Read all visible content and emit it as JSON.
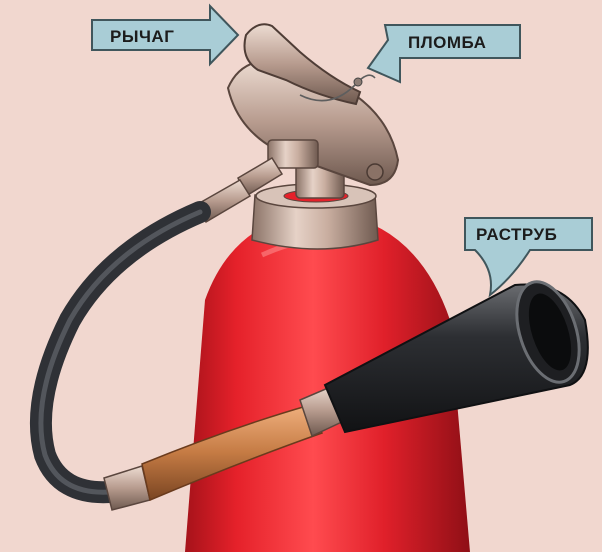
{
  "labels": {
    "lever": "РЫЧАГ",
    "seal": "ПЛОМБА",
    "horn": "РАСТРУБ"
  },
  "colors": {
    "background": "#f1d7cf",
    "cylinder": "#e5212a",
    "cylinder_shadow": "#a6121a",
    "metal": "#c9aea0",
    "hose": "#3d3f44",
    "horn": "#2d2f33",
    "handle": "#c57b44",
    "callout_fill": "#a9cdd6",
    "callout_stroke": "#40565c"
  }
}
